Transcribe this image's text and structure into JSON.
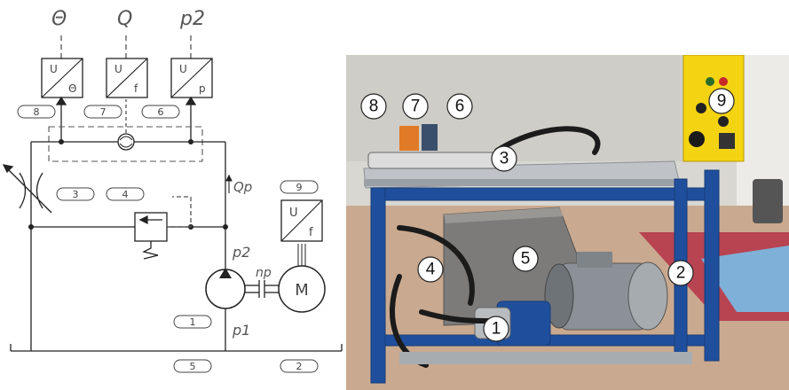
{
  "schematic": {
    "top_labels": {
      "theta": "Θ",
      "q": "Q",
      "p2": "p2"
    },
    "transducers": [
      {
        "top": "U",
        "bottom": "Θ"
      },
      {
        "top": "U",
        "bottom": "f"
      },
      {
        "top": "U",
        "bottom": "p"
      }
    ],
    "numbers": [
      "8",
      "7",
      "6",
      "3",
      "4",
      "9",
      "1",
      "5",
      "2"
    ],
    "flow_label": "Qp",
    "pressure_labels": {
      "p2": "p2",
      "p1": "p1"
    },
    "speed_label": "np",
    "motor_label": "M",
    "vfd": {
      "top": "U",
      "bottom": "f"
    }
  },
  "photo": {
    "callouts": [
      "8",
      "7",
      "6",
      "3",
      "9",
      "5",
      "2",
      "4",
      "1"
    ]
  }
}
